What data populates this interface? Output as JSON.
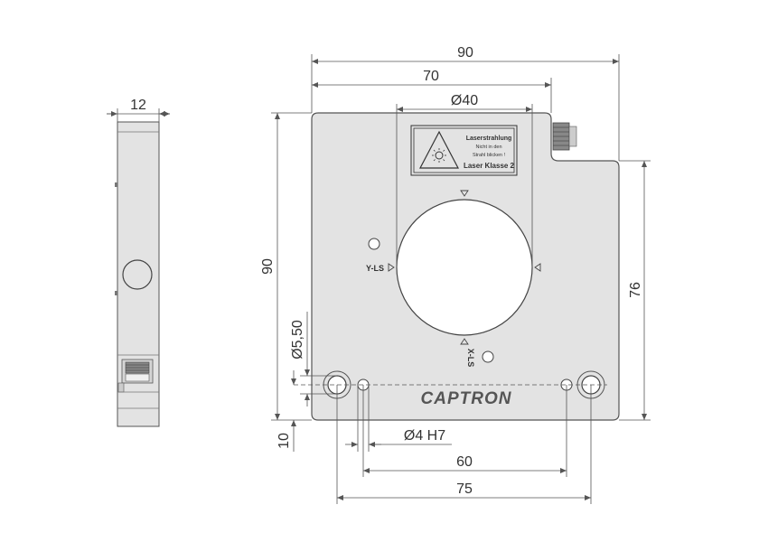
{
  "dimensions": {
    "side_width": "12",
    "total_width": "90",
    "slot_width": "70",
    "bore_diameter": "Ø40",
    "total_height": "90",
    "right_height": "76",
    "hole_large": "Ø5,50",
    "hole_pin": "Ø4 H7",
    "hole_offset": "10",
    "pin_spacing": "60",
    "hole_spacing": "75"
  },
  "labels": {
    "brand": "CAPTRON",
    "y_axis_mark": "Y-LS",
    "x_axis_mark": "X-LS",
    "warning_line1": "Laserstrahlung",
    "warning_line2": "Nicht in den",
    "warning_line3": "Strahl blicken !",
    "warning_line4": "Laser Klasse 2"
  },
  "colors": {
    "body_fill": "#e3e3e3",
    "outline": "#555555",
    "dim_line": "#555555"
  }
}
